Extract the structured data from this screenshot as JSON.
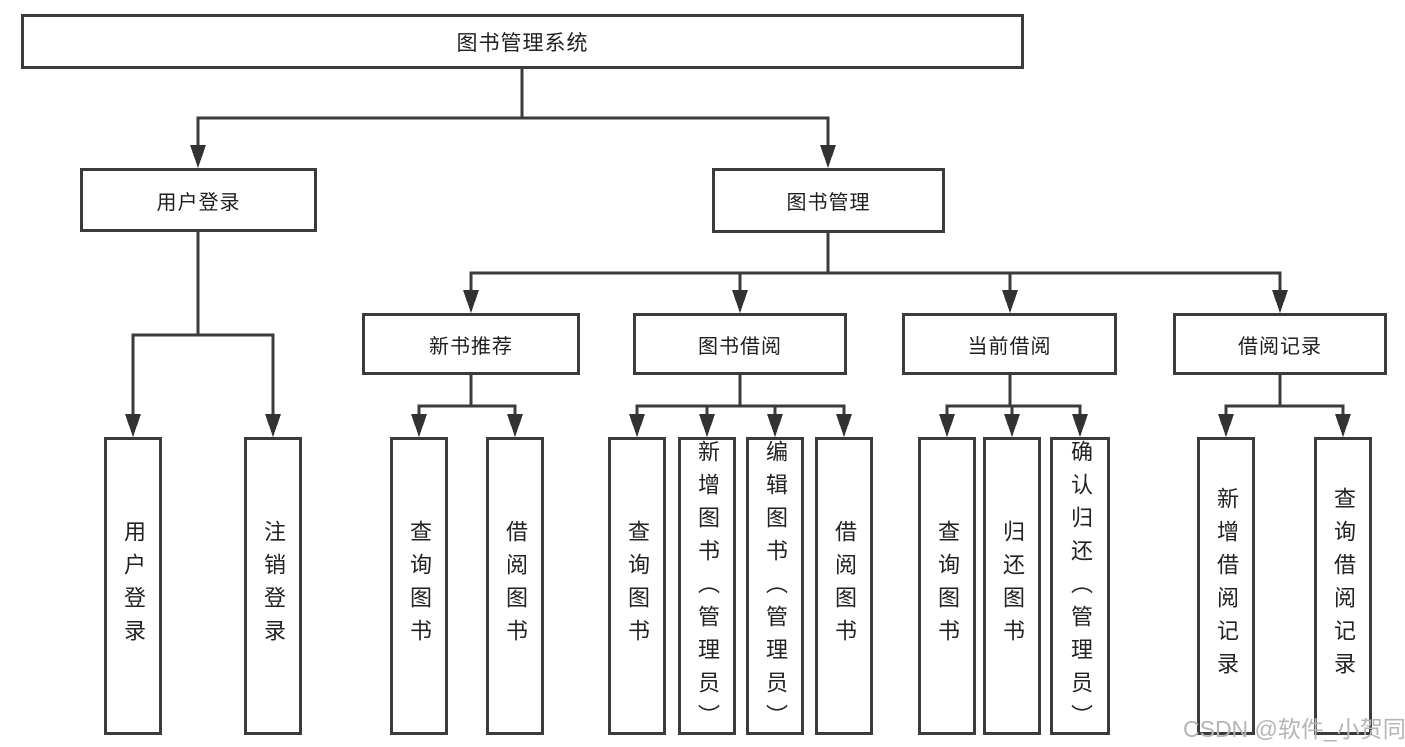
{
  "diagram": {
    "root": {
      "label": "图书管理系统"
    },
    "level2": [
      {
        "label": "用户登录"
      },
      {
        "label": "图书管理"
      }
    ],
    "level3": [
      {
        "label": "新书推荐"
      },
      {
        "label": "图书借阅"
      },
      {
        "label": "当前借阅"
      },
      {
        "label": "借阅记录"
      }
    ],
    "leaves": [
      {
        "parent": "用户登录",
        "label": "用户登录"
      },
      {
        "parent": "用户登录",
        "label": "注销登录"
      },
      {
        "parent": "新书推荐",
        "label": "查询图书"
      },
      {
        "parent": "新书推荐",
        "label": "借阅图书"
      },
      {
        "parent": "图书借阅",
        "label": "查询图书"
      },
      {
        "parent": "图书借阅",
        "label": "新增图书（管理员）"
      },
      {
        "parent": "图书借阅",
        "label": "编辑图书（管理员）"
      },
      {
        "parent": "图书借阅",
        "label": "借阅图书"
      },
      {
        "parent": "当前借阅",
        "label": "查询图书"
      },
      {
        "parent": "当前借阅",
        "label": "归还图书"
      },
      {
        "parent": "当前借阅",
        "label": "确认归还（管理员）"
      },
      {
        "parent": "借阅记录",
        "label": "新增借阅记录"
      },
      {
        "parent": "借阅记录",
        "label": "查询借阅记录"
      }
    ],
    "watermark": "CSDN @软件_小贺同学",
    "colors": {
      "line": "#3b3b3b",
      "box_border": "#3b3b3b",
      "text": "#1e1e1e",
      "background": "#ffffff",
      "watermark": "#b5b5b5"
    }
  }
}
